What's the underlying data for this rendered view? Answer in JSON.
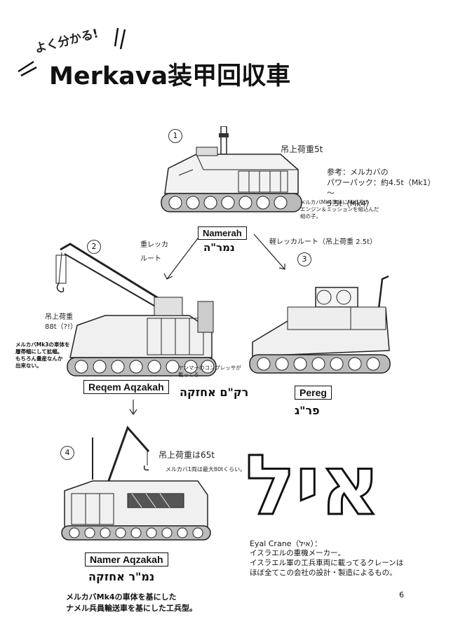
{
  "title": {
    "kicker": "よく分かる!",
    "main": "Merkava装甲回収車"
  },
  "vehicles": [
    {
      "number": "1",
      "name": "Namerah",
      "hebrew": "נמר\"ה",
      "notes": {
        "capacity": "吊上荷重5t",
        "reference": "参考：メルカバの\nパワーパック：約4.5t（Mk1）\n〜\n5.5t（Mk4）",
        "engine": "メルカバMk4車体にMk3系の\nエンジン＆ミッションを組込んだ\n組の子。"
      }
    },
    {
      "number": "2",
      "name": "Reqem Aqzakah",
      "hebrew": "רק\"ם אחזקה",
      "notes": {
        "capacity": "吊上荷重\n88t（?!）",
        "chassis": "メルカバMk3の車体を\n履帯幅にして拡幅。\nもちろん量産なんか\n出来ない。",
        "compressor": "ヤンマーのコンプレッサが\n載ってる"
      }
    },
    {
      "number": "3",
      "name": "Pereg",
      "hebrew": "פר\"ג",
      "notes": {}
    },
    {
      "number": "4",
      "name": "Namer Aqzakah",
      "hebrew": "נמ\"ר אחזקה",
      "notes": {
        "capacity": "吊上荷重は65t",
        "max": "メルカバ1両は最大80tくらい。"
      }
    }
  ],
  "routes": {
    "heavy": "重レッカ\nルート",
    "light": "軽レッカルート（吊上荷重 2.5t）"
  },
  "eyal": {
    "logo": "איל",
    "heading": "Eyal Crane（איל）：",
    "line1": "イスラエルの重機メーカー。",
    "line2": "イスラエル軍の工兵車両に載ってるクレーンは",
    "line3": "ほぼ全てこの会社の設計・製造によるもの。"
  },
  "caption": {
    "line1": "メルカバMk4の車体を基にした",
    "line2": "ナメル兵員輸送車を基にした工兵型。"
  },
  "page_number": "6"
}
